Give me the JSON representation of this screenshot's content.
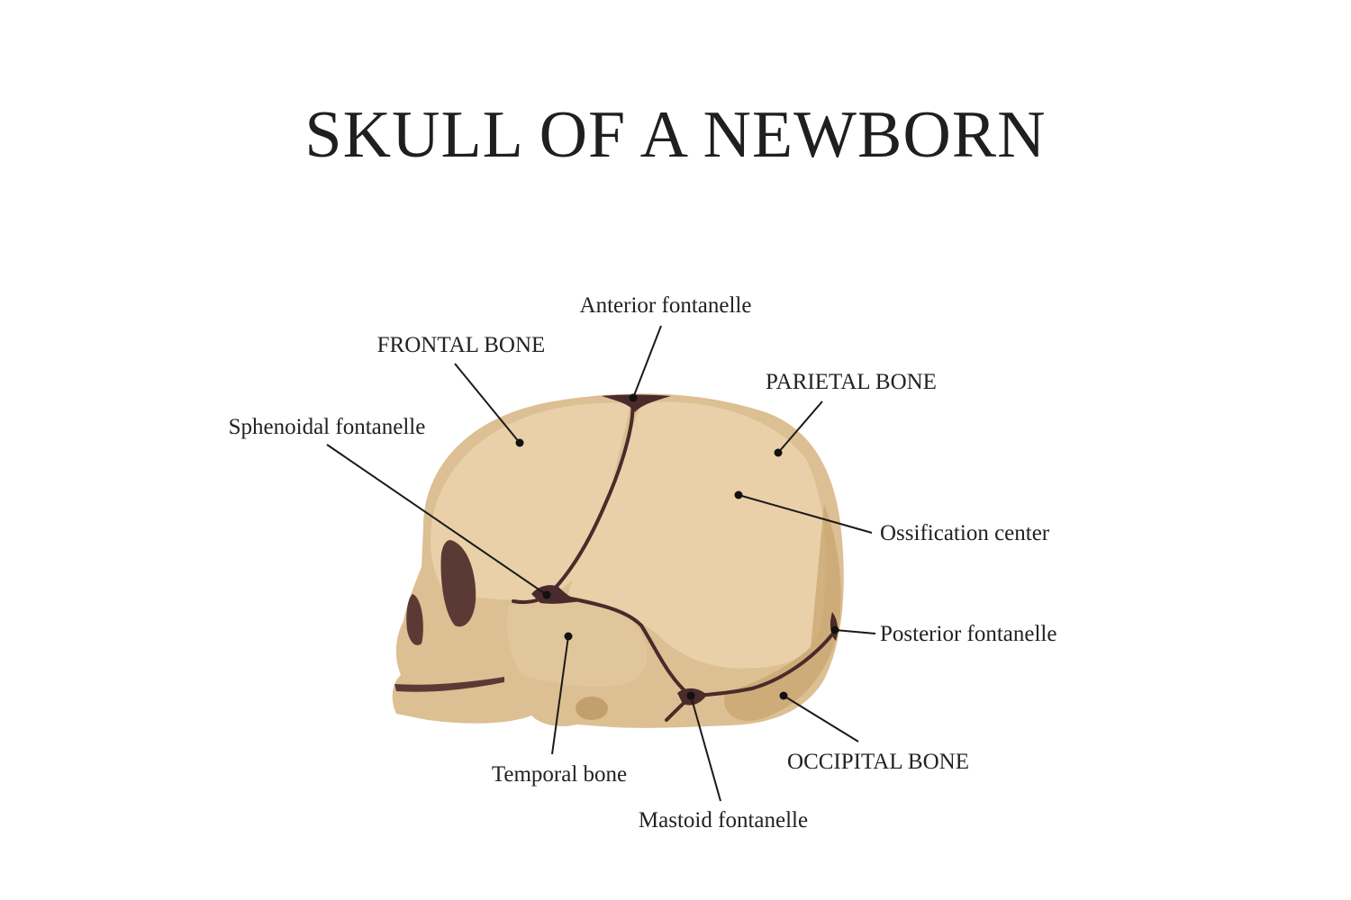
{
  "title": "SKULL OF A NEWBORN",
  "labels": {
    "anterior_fontanelle": "Anterior fontanelle",
    "frontal_bone": "FRONTAL BONE",
    "parietal_bone": "PARIETAL BONE",
    "sphenoidal_fontanelle": "Sphenoidal fontanelle",
    "ossification_center": "Ossification center",
    "posterior_fontanelle": "Posterior fontanelle",
    "occipital_bone": "OCCIPITAL BONE",
    "temporal_bone": "Temporal bone",
    "mastoid_fontanelle": "Mastoid fontanelle"
  },
  "colors": {
    "bone_light": "#e8cfa6",
    "bone_mid": "#dcbf92",
    "bone_dark": "#c9a672",
    "fontanelle": "#4a2a2a",
    "leader_line": "#1a1a1a"
  }
}
